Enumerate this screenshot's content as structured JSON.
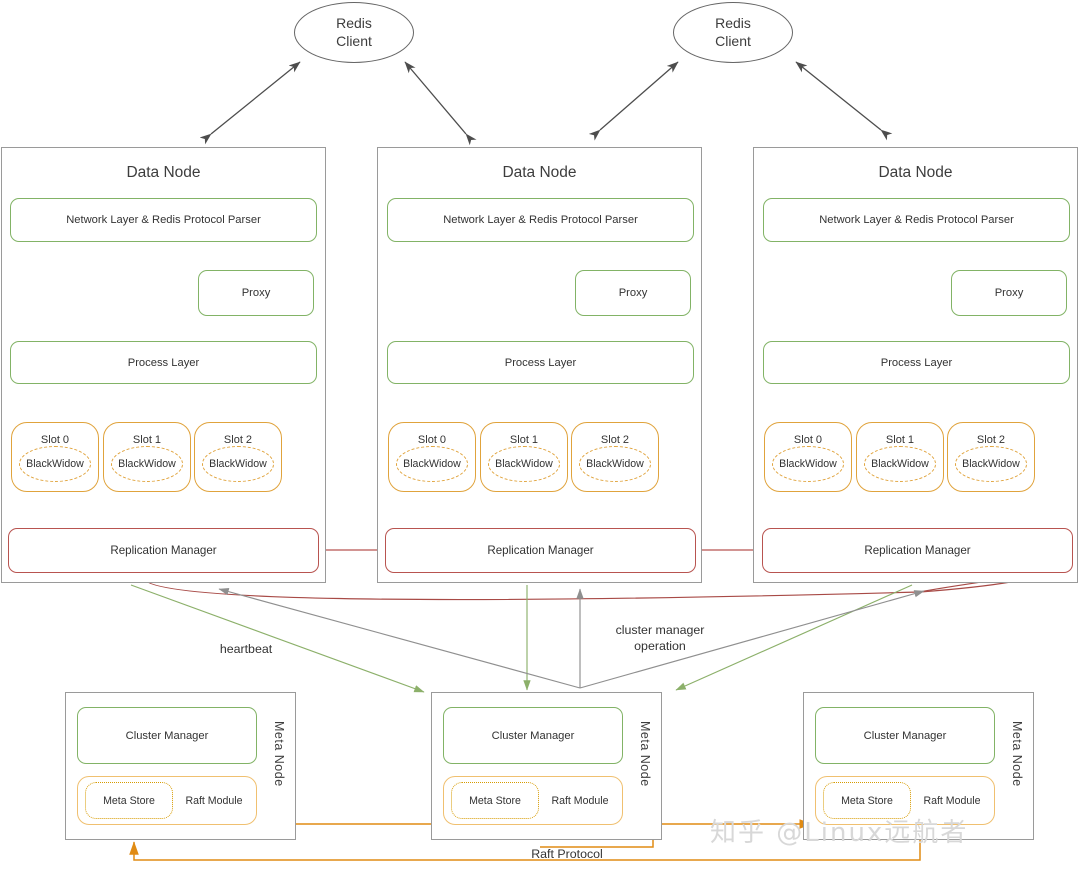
{
  "clients": [
    {
      "line1": "Redis",
      "line2": "Client"
    },
    {
      "line1": "Redis",
      "line2": "Client"
    }
  ],
  "data_nodes": [
    {
      "title": "Data Node",
      "network_layer": "Network Layer & Redis Protocol Parser",
      "proxy": "Proxy",
      "process_layer": "Process Layer",
      "replication_manager": "Replication Manager",
      "slots": [
        {
          "label": "Slot 0",
          "engine": "BlackWidow"
        },
        {
          "label": "Slot 1",
          "engine": "BlackWidow"
        },
        {
          "label": "Slot 2",
          "engine": "BlackWidow"
        }
      ]
    },
    {
      "title": "Data Node",
      "network_layer": "Network Layer & Redis Protocol Parser",
      "proxy": "Proxy",
      "process_layer": "Process Layer",
      "replication_manager": "Replication Manager",
      "slots": [
        {
          "label": "Slot 0",
          "engine": "BlackWidow"
        },
        {
          "label": "Slot 1",
          "engine": "BlackWidow"
        },
        {
          "label": "Slot 2",
          "engine": "BlackWidow"
        }
      ]
    },
    {
      "title": "Data Node",
      "network_layer": "Network Layer & Redis Protocol Parser",
      "proxy": "Proxy",
      "process_layer": "Process Layer",
      "replication_manager": "Replication Manager",
      "slots": [
        {
          "label": "Slot 0",
          "engine": "BlackWidow"
        },
        {
          "label": "Slot 1",
          "engine": "BlackWidow"
        },
        {
          "label": "Slot 2",
          "engine": "BlackWidow"
        }
      ]
    }
  ],
  "meta_nodes": [
    {
      "side_label": "Meta  Node",
      "cluster_manager": "Cluster Manager",
      "meta_store": "Meta Store",
      "raft_module": "Raft Module"
    },
    {
      "side_label": "Meta  Node",
      "cluster_manager": "Cluster Manager",
      "meta_store": "Meta Store",
      "raft_module": "Raft Module"
    },
    {
      "side_label": "Meta  Node",
      "cluster_manager": "Cluster Manager",
      "meta_store": "Meta Store",
      "raft_module": "Raft Module"
    }
  ],
  "edge_labels": {
    "heartbeat": "heartbeat",
    "cluster_manager_operation": "cluster manager\noperation",
    "raft_protocol": "Raft Protocol"
  },
  "watermark": "知乎 @Linux远航者",
  "colors": {
    "green": "#82b366",
    "red": "#b85450",
    "amber": "#d79b00",
    "gray": "#888888",
    "border": "#9a9a9a",
    "text": "#333333"
  }
}
